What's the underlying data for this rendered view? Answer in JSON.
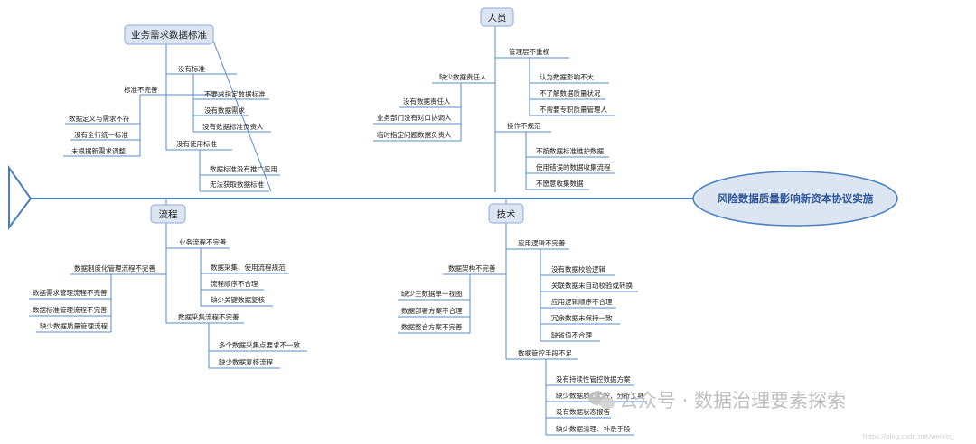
{
  "diagram": {
    "head_title": "风险数据质量影响新资本协议实施",
    "categories": {
      "standard": "业务需求数据标准",
      "people": "人员",
      "process": "流程",
      "tech": "技术"
    },
    "standard": {
      "incomplete": "标准不完善",
      "incomplete_items": [
        "数据定义与需求不符",
        "没有全行统一标准",
        "未根据新需求调整"
      ],
      "none": "没有标准",
      "none_items": [
        "不要求指定数据标准",
        "没有数据需求",
        "没有数据标准负责人"
      ],
      "unused": "没有使用标准",
      "unused_items": [
        "数据标准没有推广应用",
        "无法获取数据标准"
      ]
    },
    "people": {
      "mgmt": "管理层不重视",
      "mgmt_items": [
        "认为数据影响不大",
        "不了解数据质量状况",
        "不需要专职质量管理人"
      ],
      "owner": "缺少数据责任人",
      "owner_items": [
        "没有数据责任人",
        "业务部门没有对口协调人",
        "临时指定问题数据负责人"
      ],
      "op": "操作不规范",
      "op_items": [
        "不按数据标准维护数据",
        "使用错误的数据收集流程",
        "不愿意收集数据"
      ]
    },
    "process": {
      "biz": "业务流程不完善",
      "biz_items": [
        "数据采集、使用流程规范",
        "流程顺序不合理",
        "缺少关键数据复核"
      ],
      "mgmt": "数据制度化管理流程不完善",
      "mgmt_items": [
        "数据需求管理流程不完善",
        "数据标准管理流程不完善",
        "缺少数据质量管理流程"
      ],
      "collect": "数据采集流程不完善",
      "collect_items": [
        "多个数据采集点要求不一致",
        "缺少数据复核流程"
      ]
    },
    "tech": {
      "logic": "应用逻辑不完善",
      "logic_items": [
        "没有数据校验逻辑",
        "关联数据未自动校验或转换",
        "应用逻辑顺序不合理",
        "冗余数据未保持一致",
        "缺省值不合理"
      ],
      "arch": "数据架构不完善",
      "arch_items": [
        "缺少主数据单一视图",
        "数据部署方案不合理",
        "数据整合方案不完善"
      ],
      "ctrl": "数据管控手段不足",
      "ctrl_items": [
        "没有持续性管控数据方案",
        "缺少数据质量监控、分析工具",
        "没有数据状态报告",
        "缺少数据清理、补录手段"
      ]
    },
    "watermark": "公众号 · 数据治理要素探索",
    "watermark_url": "https://blog.csdn.net/weixin_"
  }
}
